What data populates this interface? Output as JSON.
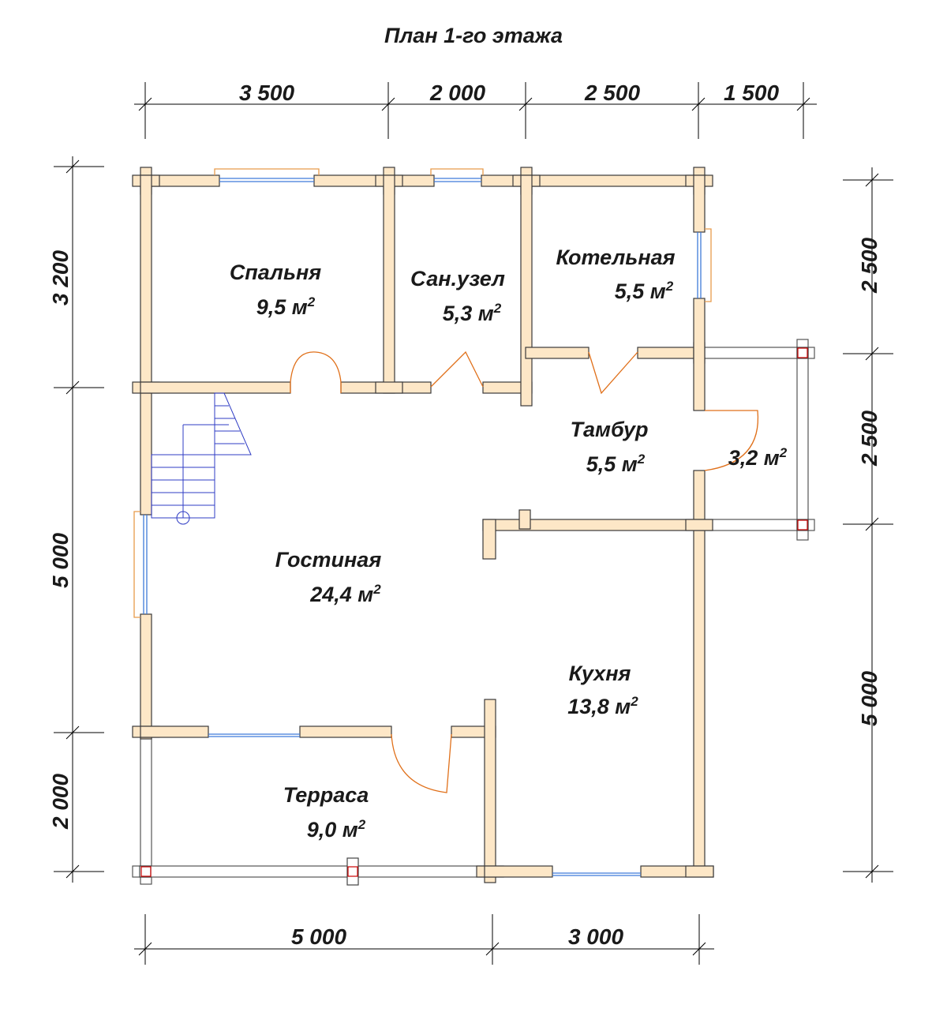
{
  "title": "План 1-го этажа",
  "dimensions": {
    "top": [
      "3 500",
      "2 000",
      "2 500",
      "1 500"
    ],
    "bottom": [
      "5 000",
      "3 000"
    ],
    "left": [
      "3 200",
      "5 000",
      "2 000"
    ],
    "right": [
      "2 500",
      "2 500",
      "5 000"
    ]
  },
  "rooms": [
    {
      "name": "Спальня",
      "area": "9,5 м",
      "unit_sup": "2"
    },
    {
      "name": "Сан.узел",
      "area": "5,3 м",
      "unit_sup": "2"
    },
    {
      "name": "Котельная",
      "area": "5,5 м",
      "unit_sup": "2"
    },
    {
      "name": "Тамбур",
      "area": "5,5 м",
      "unit_sup": "2"
    },
    {
      "name": "Гостиная",
      "area": "24,4 м",
      "unit_sup": "2"
    },
    {
      "name": "Кухня",
      "area": "13,8 м",
      "unit_sup": "2"
    },
    {
      "name": "Терраса",
      "area": "9,0 м",
      "unit_sup": "2"
    }
  ],
  "porch": {
    "area": "3,2 м",
    "unit_sup": "2"
  },
  "colors": {
    "wall_fill": "#fde7c7",
    "window": "#3f7bd9",
    "door": "#e0701a",
    "stair": "#2f3cc4",
    "post_mark": "#cc0000"
  }
}
